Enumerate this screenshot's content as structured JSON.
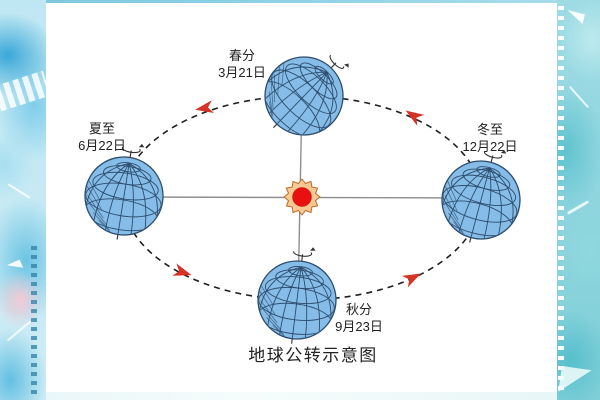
{
  "title": "地球公转示意图",
  "seasons": [
    {
      "name": "春分",
      "date": "3月21日",
      "position": "top"
    },
    {
      "name": "夏至",
      "date": "6月22日",
      "position": "left"
    },
    {
      "name": "冬至",
      "date": "12月22日",
      "position": "right"
    },
    {
      "name": "秋分",
      "date": "9月23日",
      "position": "bottom"
    }
  ],
  "colors": {
    "globe_fill": "#86bce8",
    "globe_line": "#2d4d6d",
    "orbit_line": "#1f1f1f",
    "connector_line": "#8f8f8f",
    "sun_core": "#e81010",
    "sun_halo": "#f6c992",
    "direction_arrow": "#d63226",
    "label_text": "#222222"
  }
}
